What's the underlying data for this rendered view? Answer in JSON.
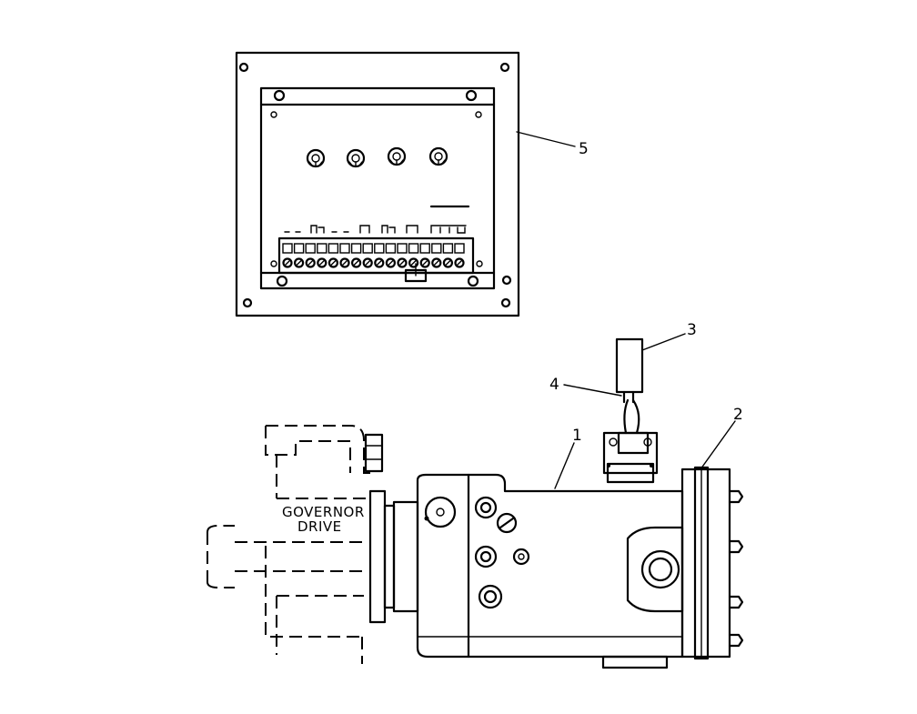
{
  "callouts": [
    "1",
    "2",
    "3",
    "4",
    "5"
  ],
  "labels": {
    "governor_drive_line1": "GOVERNOR",
    "governor_drive_line2": "DRIVE"
  }
}
